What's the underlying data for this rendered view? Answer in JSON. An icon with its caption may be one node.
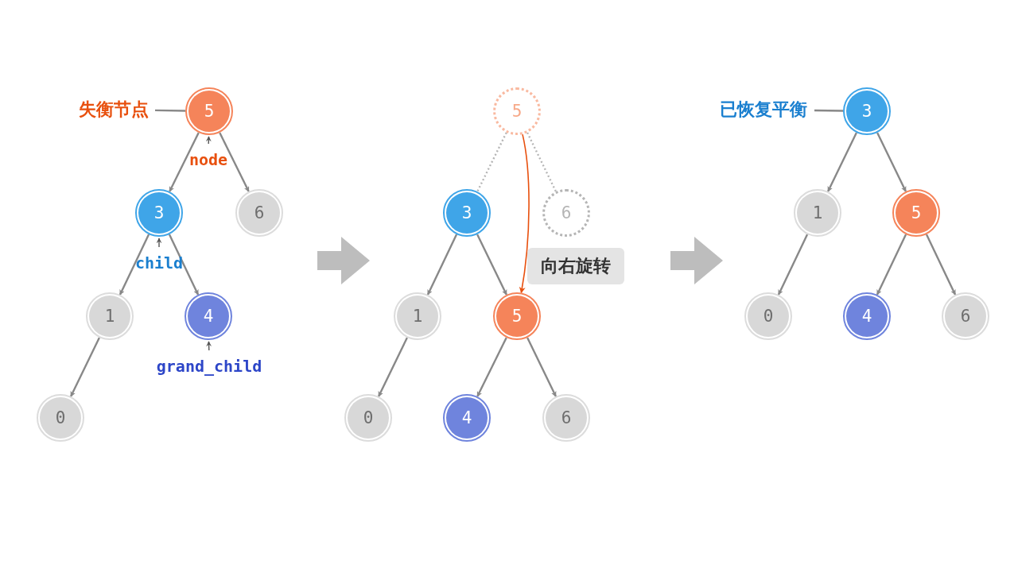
{
  "diagram": {
    "nodes": [
      {
        "text": [
          "失衡节点"
        ]
      },
      {
        "text": [
          "5"
        ]
      },
      {
        "text": [
          "node"
        ]
      },
      {
        "text": [
          "3"
        ]
      },
      {
        "text": [
          "6"
        ]
      },
      {
        "text": [
          "child"
        ]
      },
      {
        "text": [
          "1"
        ]
      },
      {
        "text": [
          "4"
        ]
      },
      {
        "text": [
          "grand_child"
        ]
      },
      {
        "text": [
          "0"
        ]
      },
      {
        "text": [
          "5"
        ]
      },
      {
        "text": [
          "3"
        ]
      },
      {
        "text": [
          "6"
        ]
      },
      {
        "text": [
          "向右旋转"
        ]
      },
      {
        "text": [
          "1"
        ]
      },
      {
        "text": [
          "5"
        ]
      },
      {
        "text": [
          "0"
        ]
      },
      {
        "text": [
          "4"
        ]
      },
      {
        "text": [
          "6"
        ]
      },
      {
        "text": [
          "已恢复平衡"
        ]
      },
      {
        "text": [
          "3"
        ]
      },
      {
        "text": [
          "1"
        ]
      },
      {
        "text": [
          "5"
        ]
      },
      {
        "text": [
          "0"
        ]
      },
      {
        "text": [
          "4"
        ]
      },
      {
        "text": [
          "6"
        ]
      }
    ],
    "edges": [
      {
        "from": 0,
        "to": 1,
        "arrow": "none"
      },
      {
        "from": 2,
        "to": 1,
        "arrow": "to"
      },
      {
        "from": 1,
        "to": 3,
        "arrow": "to"
      },
      {
        "from": 1,
        "to": 4,
        "arrow": "to"
      },
      {
        "from": 5,
        "to": 3,
        "arrow": "to"
      },
      {
        "from": 3,
        "to": 6,
        "arrow": "to"
      },
      {
        "from": 3,
        "to": 7,
        "arrow": "to"
      },
      {
        "from": 8,
        "to": 7,
        "arrow": "to"
      },
      {
        "from": 6,
        "to": 9,
        "arrow": "to"
      },
      {
        "from": 10,
        "to": 11,
        "arrow": "none",
        "style": "dashed",
        "color": "#b5b5b5"
      },
      {
        "from": 10,
        "to": 12,
        "arrow": "none",
        "style": "dashed",
        "color": "#b5b5b5"
      },
      {
        "from": 10,
        "to": 15,
        "arrow": "to",
        "color": "#e8500e"
      },
      {
        "from": 11,
        "to": 14,
        "arrow": "to"
      },
      {
        "from": 11,
        "to": 15,
        "arrow": "to"
      },
      {
        "from": 14,
        "to": 16,
        "arrow": "to"
      },
      {
        "from": 15,
        "to": 17,
        "arrow": "to"
      },
      {
        "from": 15,
        "to": 18,
        "arrow": "to"
      },
      {
        "from": 19,
        "to": 20,
        "arrow": "none"
      },
      {
        "from": 20,
        "to": 21,
        "arrow": "to"
      },
      {
        "from": 20,
        "to": 22,
        "arrow": "to"
      },
      {
        "from": 21,
        "to": 23,
        "arrow": "to"
      },
      {
        "from": 22,
        "to": 24,
        "arrow": "to"
      },
      {
        "from": 22,
        "to": 25,
        "arrow": "to"
      }
    ]
  }
}
